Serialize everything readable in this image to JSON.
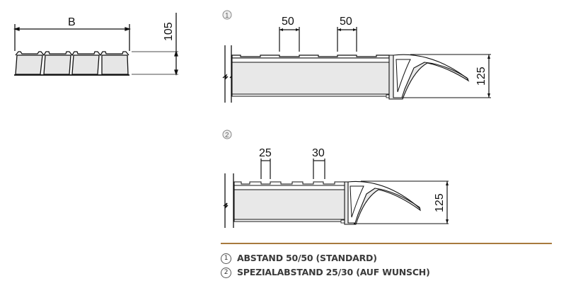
{
  "figure": {
    "cross_section": {
      "width_label": "B",
      "height_label": "105"
    },
    "detail_1": {
      "marker": "1",
      "spacing_labels": [
        "50",
        "50"
      ],
      "height_label": "125"
    },
    "detail_2": {
      "marker": "2",
      "spacing_labels": [
        "25",
        "30"
      ],
      "height_label": "125"
    },
    "legend": {
      "items": [
        {
          "marker": "1",
          "text": "ABSTAND 50/50 (STANDARD)"
        },
        {
          "marker": "2",
          "text": "SPEZIALABSTAND 25/30 (AUF WUNSCH)"
        }
      ],
      "rule_color": "#a87a3e"
    },
    "colors": {
      "fill": "#e8e8e8",
      "line": "#111111"
    }
  }
}
